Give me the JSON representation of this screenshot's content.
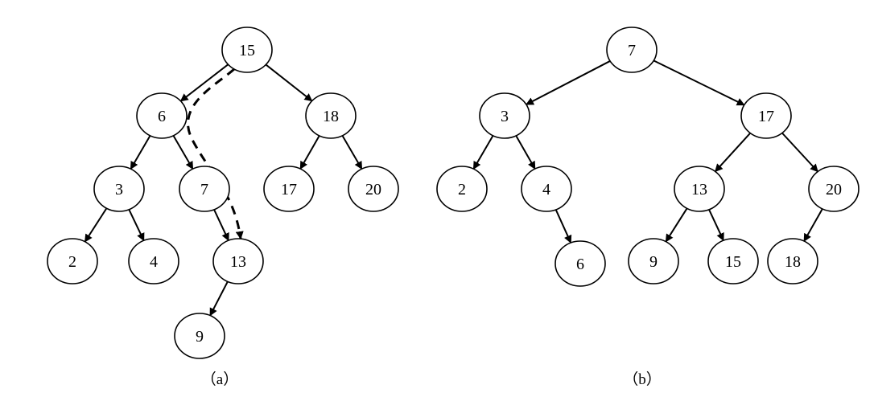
{
  "trees": [
    {
      "caption": "（a）",
      "nodes": [
        {
          "id": "a15",
          "label": "15"
        },
        {
          "id": "a6",
          "label": "6"
        },
        {
          "id": "a18",
          "label": "18"
        },
        {
          "id": "a3",
          "label": "3"
        },
        {
          "id": "a7",
          "label": "7"
        },
        {
          "id": "a17",
          "label": "17"
        },
        {
          "id": "a20",
          "label": "20"
        },
        {
          "id": "a2",
          "label": "2"
        },
        {
          "id": "a4",
          "label": "4"
        },
        {
          "id": "a13",
          "label": "13"
        },
        {
          "id": "a9",
          "label": "9"
        }
      ],
      "edges": [
        [
          "a15",
          "a6"
        ],
        [
          "a15",
          "a18"
        ],
        [
          "a6",
          "a3"
        ],
        [
          "a6",
          "a7"
        ],
        [
          "a18",
          "a17"
        ],
        [
          "a18",
          "a20"
        ],
        [
          "a3",
          "a2"
        ],
        [
          "a3",
          "a4"
        ],
        [
          "a7",
          "a13"
        ],
        [
          "a13",
          "a9"
        ]
      ],
      "dashed_path": [
        "a15",
        "a13"
      ]
    },
    {
      "caption": "（b）",
      "nodes": [
        {
          "id": "b7",
          "label": "7"
        },
        {
          "id": "b3",
          "label": "3"
        },
        {
          "id": "b17",
          "label": "17"
        },
        {
          "id": "b2",
          "label": "2"
        },
        {
          "id": "b4",
          "label": "4"
        },
        {
          "id": "b13",
          "label": "13"
        },
        {
          "id": "b20",
          "label": "20"
        },
        {
          "id": "b6",
          "label": "6"
        },
        {
          "id": "b9",
          "label": "9"
        },
        {
          "id": "b15",
          "label": "15"
        },
        {
          "id": "b18",
          "label": "18"
        }
      ],
      "edges": [
        [
          "b7",
          "b3"
        ],
        [
          "b7",
          "b17"
        ],
        [
          "b3",
          "b2"
        ],
        [
          "b3",
          "b4"
        ],
        [
          "b17",
          "b13"
        ],
        [
          "b17",
          "b20"
        ],
        [
          "b4",
          "b6"
        ],
        [
          "b13",
          "b9"
        ],
        [
          "b13",
          "b15"
        ],
        [
          "b20",
          "b18"
        ]
      ]
    }
  ]
}
